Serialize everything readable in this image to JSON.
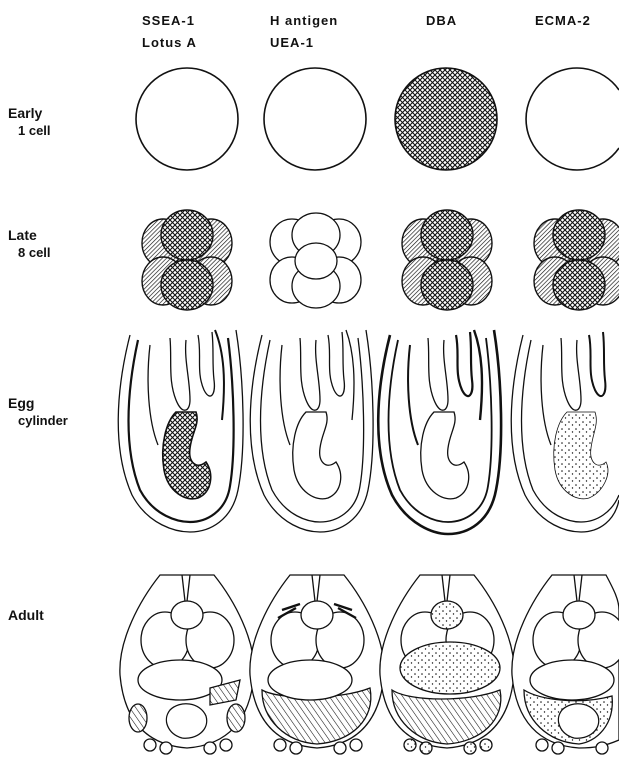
{
  "columns": [
    {
      "line1": "SSEA-1",
      "line2": "Lotus A"
    },
    {
      "line1": "H  antigen",
      "line2": "UEA-1"
    },
    {
      "line1": "DBA",
      "line2": ""
    },
    {
      "line1": "ECMA-2",
      "line2": ""
    }
  ],
  "rows": [
    {
      "line1": "Early",
      "line2": "1 cell"
    },
    {
      "line1": "Late",
      "line2": "8 cell"
    },
    {
      "line1": "Egg",
      "line2": "cylinder"
    },
    {
      "line1": "Adult",
      "line2": ""
    }
  ]
}
